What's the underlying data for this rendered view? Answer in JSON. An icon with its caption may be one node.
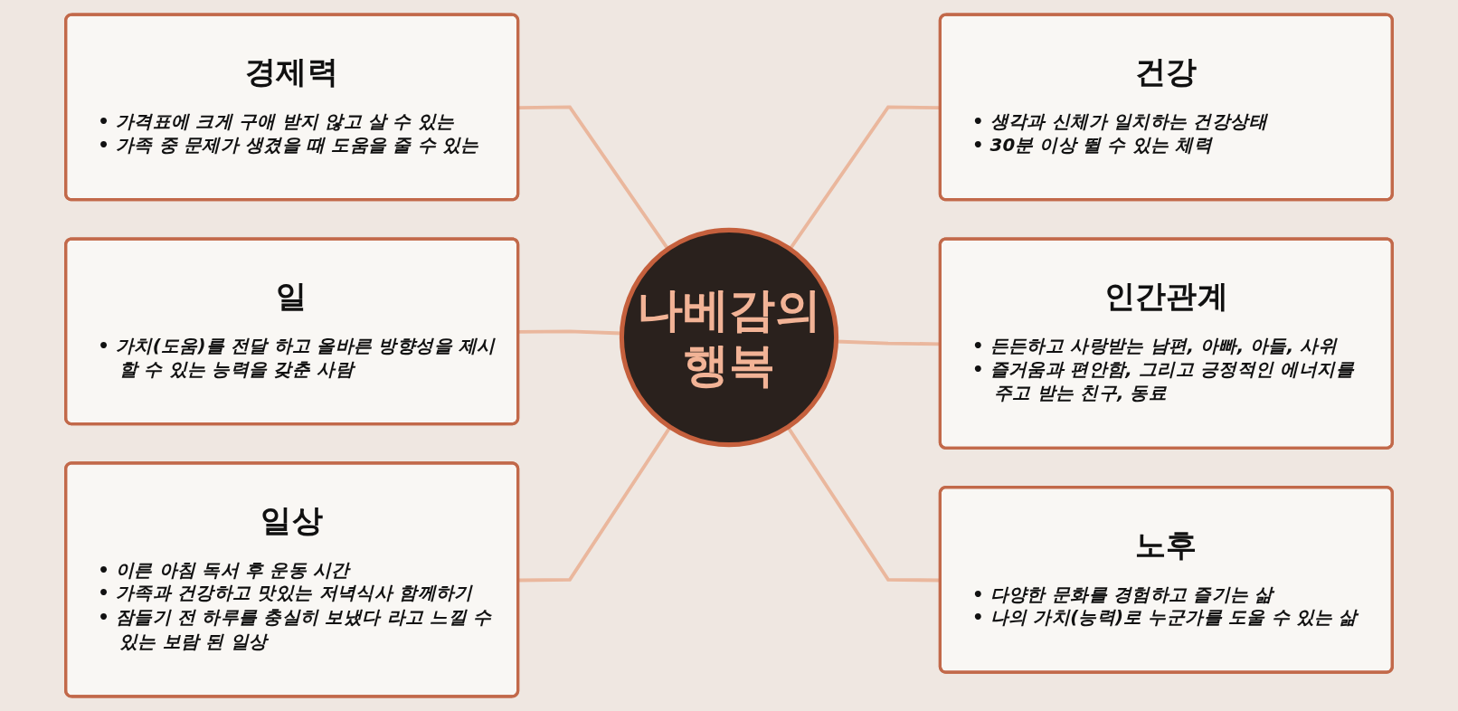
{
  "diagram": {
    "nodes": [
      {
        "text": [
          "경제력",
          "• 가격표에 크게 구애 받지 않고 살 수 있는",
          "• 가족 중 문제가 생겼을 때 도움을 줄 수 있는"
        ]
      },
      {
        "text": [
          "건강",
          "• 생각과 신체가 일치하는 건강상태",
          "• 30분 이상 뛸 수 있는 체력"
        ]
      },
      {
        "text": [
          "일",
          "• 가치(도움)를 전달 하고 올바른 방향성을 제시 할 수 있는 능력을 갖춘 사람"
        ]
      },
      {
        "text": [
          "나베감의 행복"
        ]
      },
      {
        "text": [
          "인간관계",
          "• 든든하고 사랑받는 남편, 아빠, 아들, 사위",
          "• 즐거움과 편안함, 그리고 긍정적인 에너지를 주고 받는 친구, 동료"
        ]
      },
      {
        "text": [
          "일상",
          "• 이른 아침 독서 후 운동 시간",
          "• 가족과 건강하고 맛있는 저녁식사 함께하기",
          "• 잠들기 전 하루를 충실히 보냈다 라고 느낄 수 있는 보람 된 일상"
        ]
      },
      {
        "text": [
          "노후",
          "• 다양한 문화를 경험하고 즐기는 삶",
          "• 나의 가치(능력)로 누군가를 도울 수 있는 삶"
        ]
      }
    ],
    "edges": [
      {
        "from": 0,
        "to": 3,
        "arrow": "none"
      },
      {
        "from": 3,
        "to": 1,
        "arrow": "none"
      },
      {
        "from": 2,
        "to": 3,
        "arrow": "none"
      },
      {
        "from": 3,
        "to": 4,
        "arrow": "none"
      },
      {
        "from": 5,
        "to": 3,
        "arrow": "none"
      },
      {
        "from": 3,
        "to": 6,
        "arrow": "none"
      }
    ]
  }
}
